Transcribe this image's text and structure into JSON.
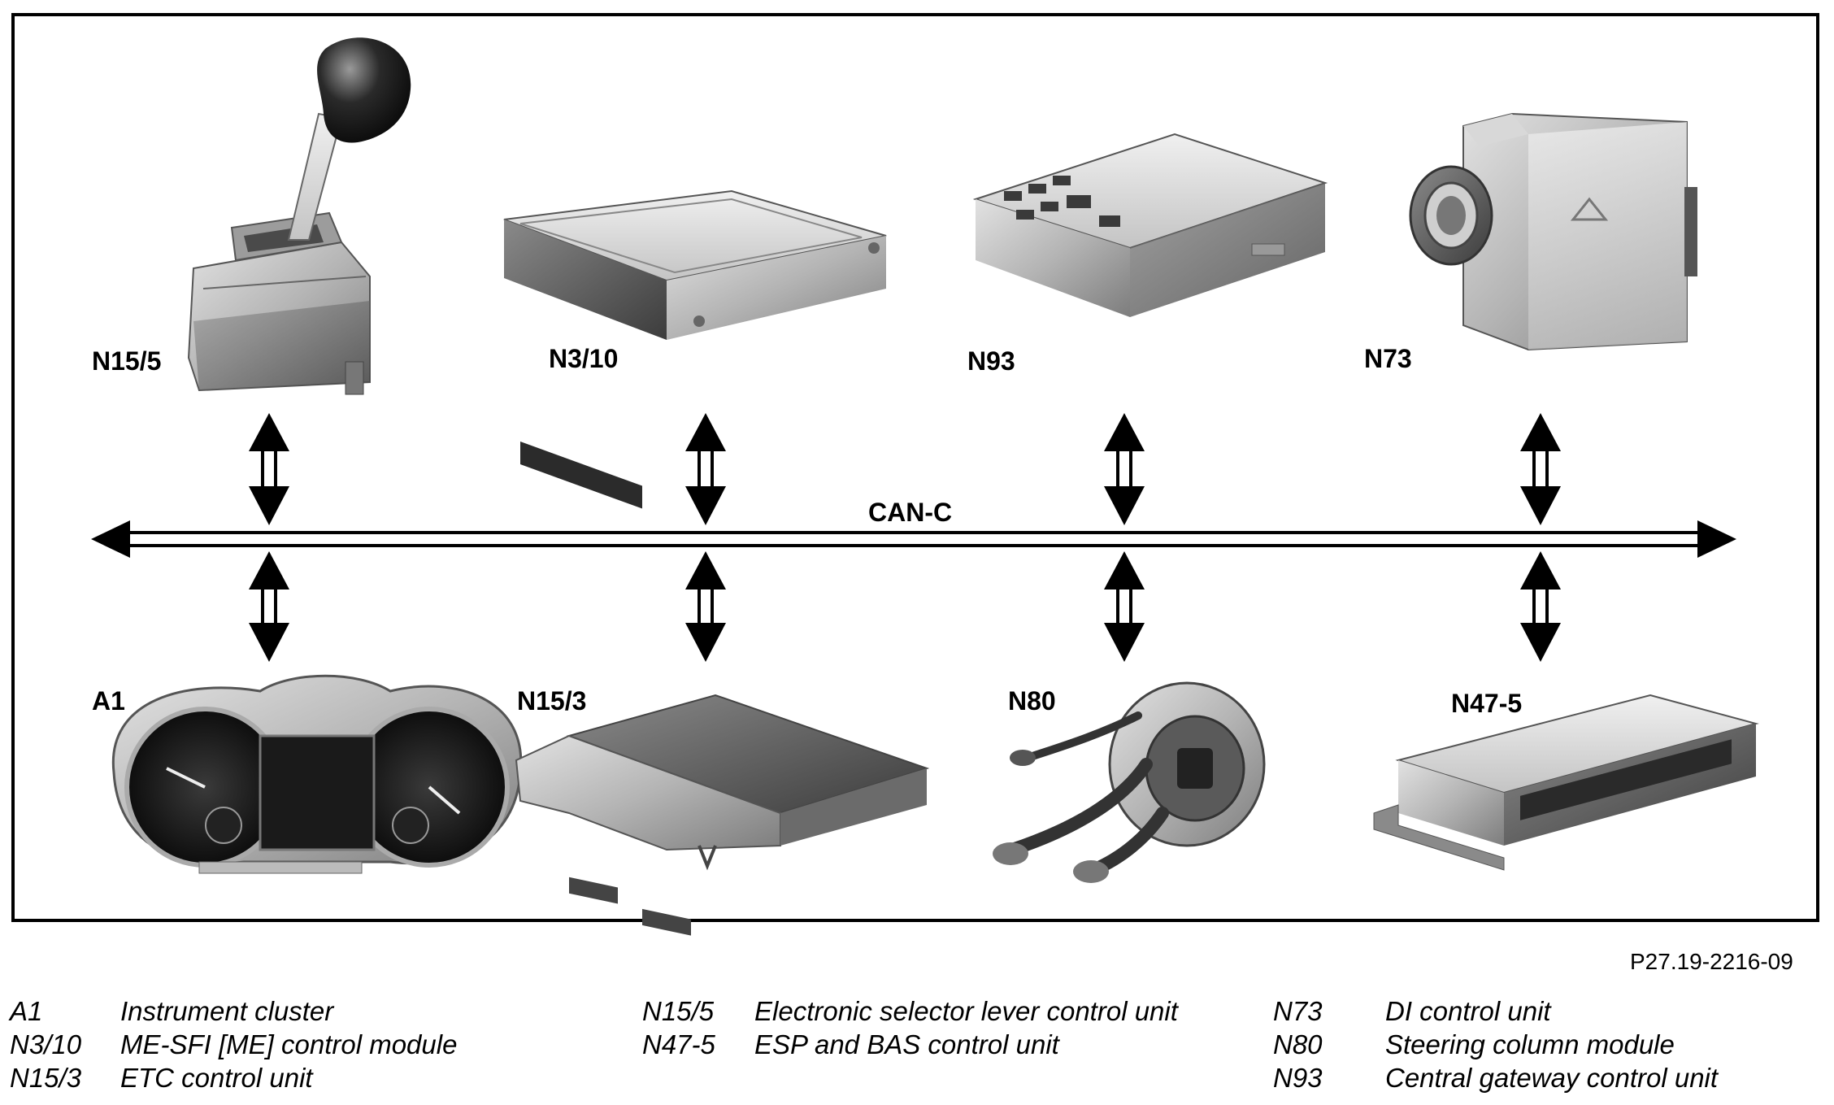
{
  "bus": {
    "label": "CAN-C"
  },
  "units": {
    "n15_5": "N15/5",
    "n3_10": "N3/10",
    "n93": "N93",
    "n73": "N73",
    "a1": "A1",
    "n15_3": "N15/3",
    "n80": "N80",
    "n47_5": "N47-5"
  },
  "figure_ref": "P27.19-2216-09",
  "legend": [
    {
      "code": "A1",
      "desc": "Instrument cluster"
    },
    {
      "code": "N3/10",
      "desc": "ME-SFI [ME] control module"
    },
    {
      "code": "N15/3",
      "desc": "ETC control unit"
    },
    {
      "code": "N15/5",
      "desc": "Electronic selector lever control unit"
    },
    {
      "code": "N47-5",
      "desc": "ESP and BAS control unit"
    },
    {
      "code": "N73",
      "desc": "DI control unit"
    },
    {
      "code": "N80",
      "desc": "Steering column module"
    },
    {
      "code": "N93",
      "desc": "Central gateway control unit"
    }
  ]
}
